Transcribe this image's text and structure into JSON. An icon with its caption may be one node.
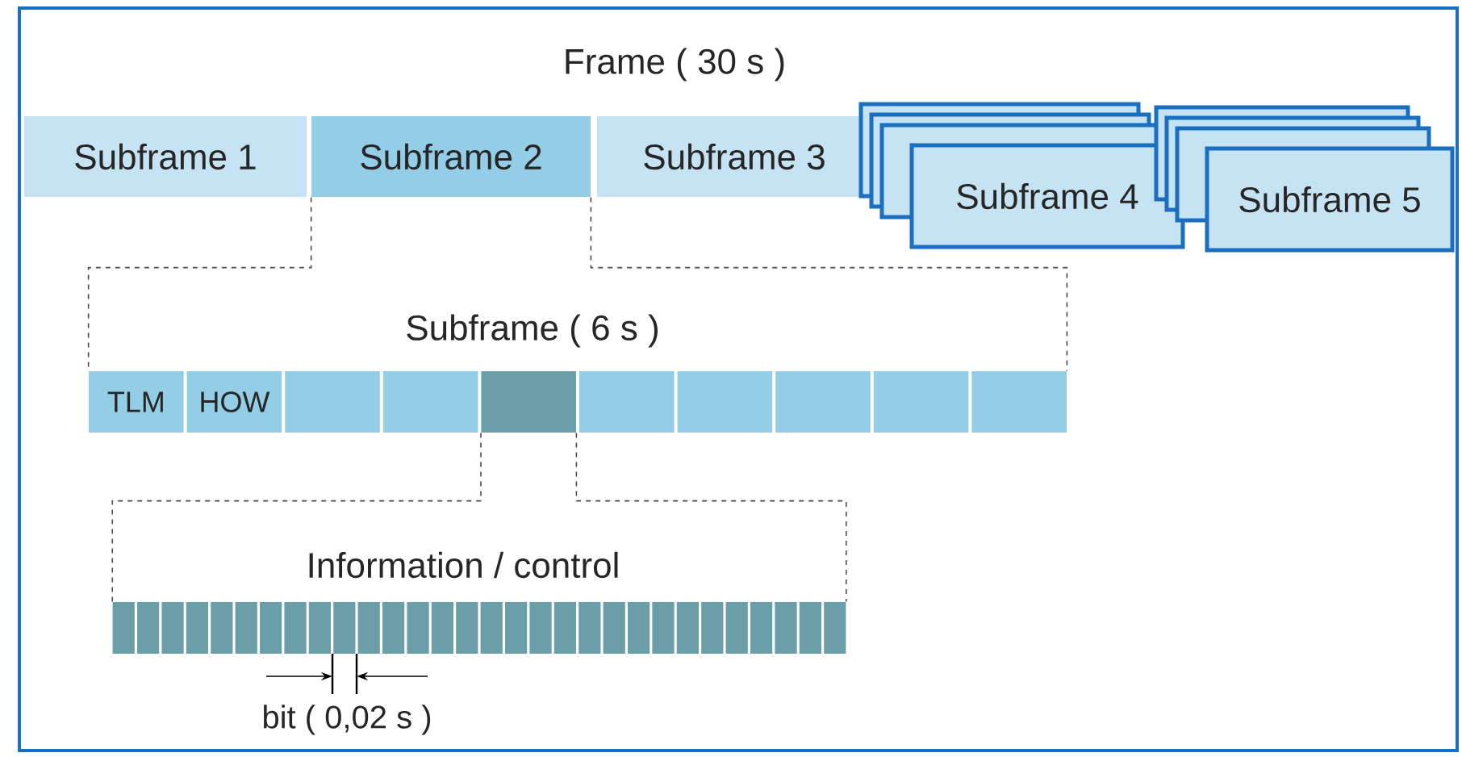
{
  "diagram": {
    "title": "Frame ( 30 s )",
    "nodes": [
      {
        "text": [
          "Subframe 1"
        ]
      },
      {
        "text": [
          "Subframe 2"
        ]
      },
      {
        "text": [
          "Subframe 3"
        ]
      },
      {
        "text": [
          "Subframe 4"
        ]
      },
      {
        "text": [
          "Subframe 5"
        ]
      },
      {
        "text": [
          "TLM"
        ]
      },
      {
        "text": [
          "HOW"
        ]
      },
      {
        "text": [],
        "shape": "box"
      },
      {
        "text": [],
        "shape": "box"
      },
      {
        "text": [],
        "shape": "box"
      },
      {
        "text": [],
        "shape": "box"
      },
      {
        "text": [],
        "shape": "box"
      },
      {
        "text": [],
        "shape": "box"
      },
      {
        "text": [],
        "shape": "box"
      },
      {
        "text": [],
        "shape": "box"
      },
      {
        "text": [],
        "shape": "box"
      },
      {
        "text": [],
        "shape": "box"
      },
      {
        "text": [],
        "shape": "box"
      },
      {
        "text": [],
        "shape": "box"
      },
      {
        "text": [],
        "shape": "box"
      },
      {
        "text": [],
        "shape": "box"
      },
      {
        "text": [],
        "shape": "box"
      },
      {
        "text": [],
        "shape": "box"
      },
      {
        "text": [],
        "shape": "box"
      },
      {
        "text": [],
        "shape": "box"
      },
      {
        "text": [],
        "shape": "box"
      },
      {
        "text": [],
        "shape": "box"
      },
      {
        "text": [],
        "shape": "box"
      },
      {
        "text": [],
        "shape": "box"
      },
      {
        "text": [],
        "shape": "box"
      },
      {
        "text": [],
        "shape": "box"
      },
      {
        "text": [],
        "shape": "box"
      },
      {
        "text": [],
        "shape": "box"
      },
      {
        "text": [],
        "shape": "box"
      },
      {
        "text": [],
        "shape": "box"
      },
      {
        "text": [],
        "shape": "box"
      },
      {
        "text": [],
        "shape": "box"
      },
      {
        "text": [],
        "shape": "box"
      },
      {
        "text": [],
        "shape": "box"
      },
      {
        "text": [],
        "shape": "box"
      },
      {
        "text": [],
        "shape": "box"
      },
      {
        "text": [],
        "shape": "box"
      },
      {
        "text": [],
        "shape": "box"
      },
      {
        "text": [],
        "shape": "box"
      },
      {
        "text": [],
        "shape": "box"
      }
    ],
    "edges": [
      {
        "from": 1,
        "to": 5,
        "arrow": "none",
        "style": "dashed"
      },
      {
        "from": 1,
        "to": 14,
        "arrow": "none",
        "style": "dashed"
      },
      {
        "from": 9,
        "to": 15,
        "arrow": "none",
        "style": "dashed"
      },
      {
        "from": 9,
        "to": 44,
        "arrow": "none",
        "style": "dashed"
      }
    ],
    "labels": [
      "Subframe ( 6 s )",
      "Information / control",
      "bit ( 0,02 s )"
    ]
  }
}
